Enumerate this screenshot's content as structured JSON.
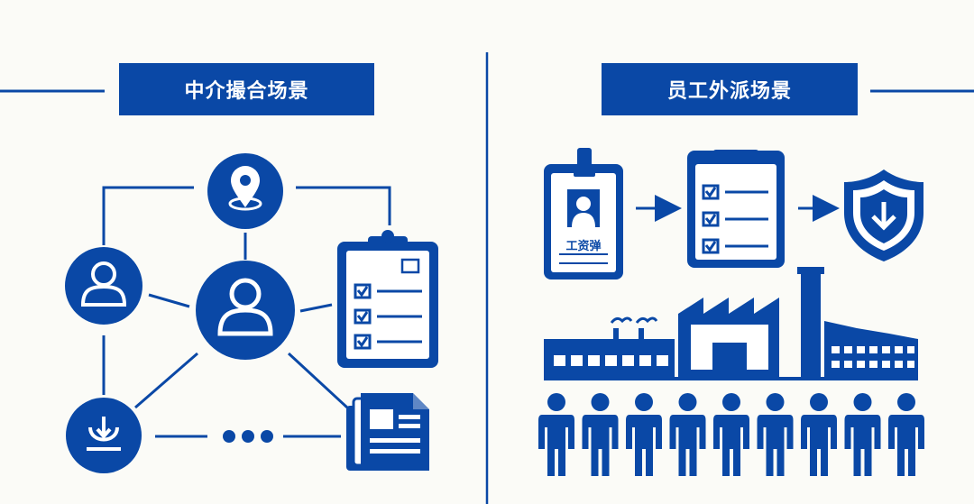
{
  "left_panel": {
    "title": "中介撮合场景"
  },
  "right_panel": {
    "title": "员工外派场景",
    "badge_label": "工资弹",
    "worker_count": 9
  },
  "colors": {
    "primary": "#0a48a6",
    "background": "#fbfbf7",
    "white": "#ffffff"
  },
  "icons": [
    "location-icon",
    "user-icon",
    "clipboard-checklist-icon",
    "download-icon",
    "ellipsis-icon",
    "documents-icon",
    "id-badge-icon",
    "checklist-icon",
    "shield-check-icon",
    "factory-icon",
    "worker-icon"
  ]
}
